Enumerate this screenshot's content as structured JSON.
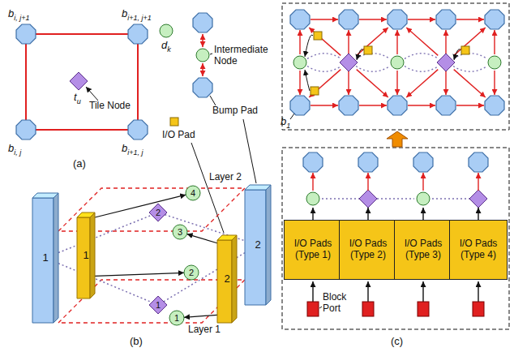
{
  "diagram": {
    "nodes": [
      {
        "text": [
          "1"
        ]
      },
      {
        "text": [
          "1"
        ]
      },
      {
        "text": [
          "4"
        ]
      },
      {
        "text": [
          "2"
        ]
      },
      {
        "text": [
          "3"
        ]
      },
      {
        "text": [
          "2"
        ]
      },
      {
        "text": [
          "2"
        ]
      },
      {
        "text": [
          "2"
        ]
      },
      {
        "text": [
          "1"
        ]
      },
      {
        "text": [
          "1"
        ]
      },
      {
        "text": [
          "I/O Pads (Type 1)"
        ]
      },
      {
        "text": [
          "I/O Pads (Type 2)"
        ]
      },
      {
        "text": [
          "I/O Pads (Type 3)"
        ]
      },
      {
        "text": [
          "I/O Pads (Type 4)"
        ]
      }
    ],
    "edges": [
      {
        "from": 1,
        "to": 2,
        "arrow": "to"
      },
      {
        "from": 5,
        "to": 4,
        "arrow": "to"
      },
      {
        "from": 1,
        "to": 7,
        "arrow": "to"
      },
      {
        "from": 5,
        "to": 9,
        "arrow": "to"
      },
      {
        "from": 0,
        "to": 3,
        "arrow": "none"
      },
      {
        "from": 3,
        "to": 6,
        "arrow": "none"
      },
      {
        "from": 0,
        "to": 8,
        "arrow": "none"
      },
      {
        "from": 8,
        "to": 6,
        "arrow": "none"
      }
    ],
    "labels": [
      "bi, j+1",
      "bi+1, j+1",
      "dk",
      "Intermediate Node",
      "tu",
      "Tile Node",
      "Bump Pad",
      "I/O Pad",
      "bi, j",
      "bi+1, j",
      "(a)",
      "Layer 2",
      "Layer 1",
      "(b)",
      "b1",
      "Block Port",
      "(c)"
    ]
  }
}
